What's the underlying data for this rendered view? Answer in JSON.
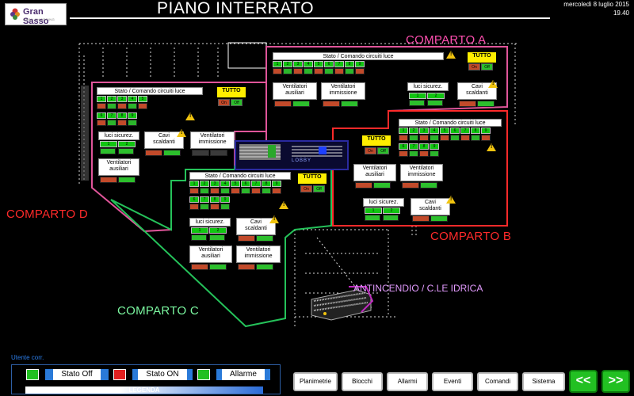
{
  "header": {
    "logo_brand": "Gran Sasso",
    "logo_sub": "GRAN SHOPPING",
    "title": "PIANO INTERRATO",
    "date": "mercoledì 8 luglio 2015",
    "time": "19.40"
  },
  "compartments": {
    "a": "COMPARTO A",
    "b": "COMPARTO B",
    "c": "COMPARTO C",
    "d": "COMPARTO D",
    "antincendio": "ANTINCENDIO / C.LE IDRICA",
    "lobby": "LOBBY"
  },
  "panel_labels": {
    "stato_comando": "Stato / Comando  circuiti luce",
    "tutto": "TUTTO",
    "on": "On",
    "off": "Off",
    "luci_sicurez": "luci sicurez.",
    "cavi": "Cavi",
    "scaldanti": "scaldanti",
    "ventilatori": "Ventilatori",
    "ausiliari": "ausiliari",
    "immissione": "immissione",
    "warn": "!"
  },
  "circuits": {
    "a": [
      "1",
      "2",
      "3",
      "4",
      "5",
      "6",
      "7",
      "8",
      "9"
    ],
    "b_row1": [
      "1",
      "2",
      "3",
      "4",
      "5",
      "6",
      "7",
      "8",
      "9"
    ],
    "b_row2": [
      "6",
      "7",
      "8",
      "9"
    ],
    "c_row1": [
      "1",
      "2",
      "3",
      "4",
      "5",
      "6",
      "7",
      "8",
      "9"
    ],
    "c_row2": [
      "6",
      "7",
      "8",
      "9"
    ],
    "d_row1": [
      "1",
      "2",
      "3",
      "4",
      "5"
    ],
    "d_row2": [
      "6",
      "7",
      "8",
      "9"
    ],
    "luci": [
      "1",
      "2"
    ]
  },
  "footer": {
    "utente": "Utente corr.",
    "legend": {
      "stato_off": "Stato Off",
      "stato_on": "Stato ON",
      "allarme": "Allarme",
      "title": "LEGENDA",
      "colors": {
        "off": "#22c022",
        "on": "#e02020",
        "alarm": "#22c022"
      }
    },
    "buttons": [
      "Planimetrie",
      "Blocchi",
      "Allarmi",
      "Eventi",
      "Comandi",
      "Sistema"
    ],
    "prev": "<<",
    "next": ">>"
  }
}
